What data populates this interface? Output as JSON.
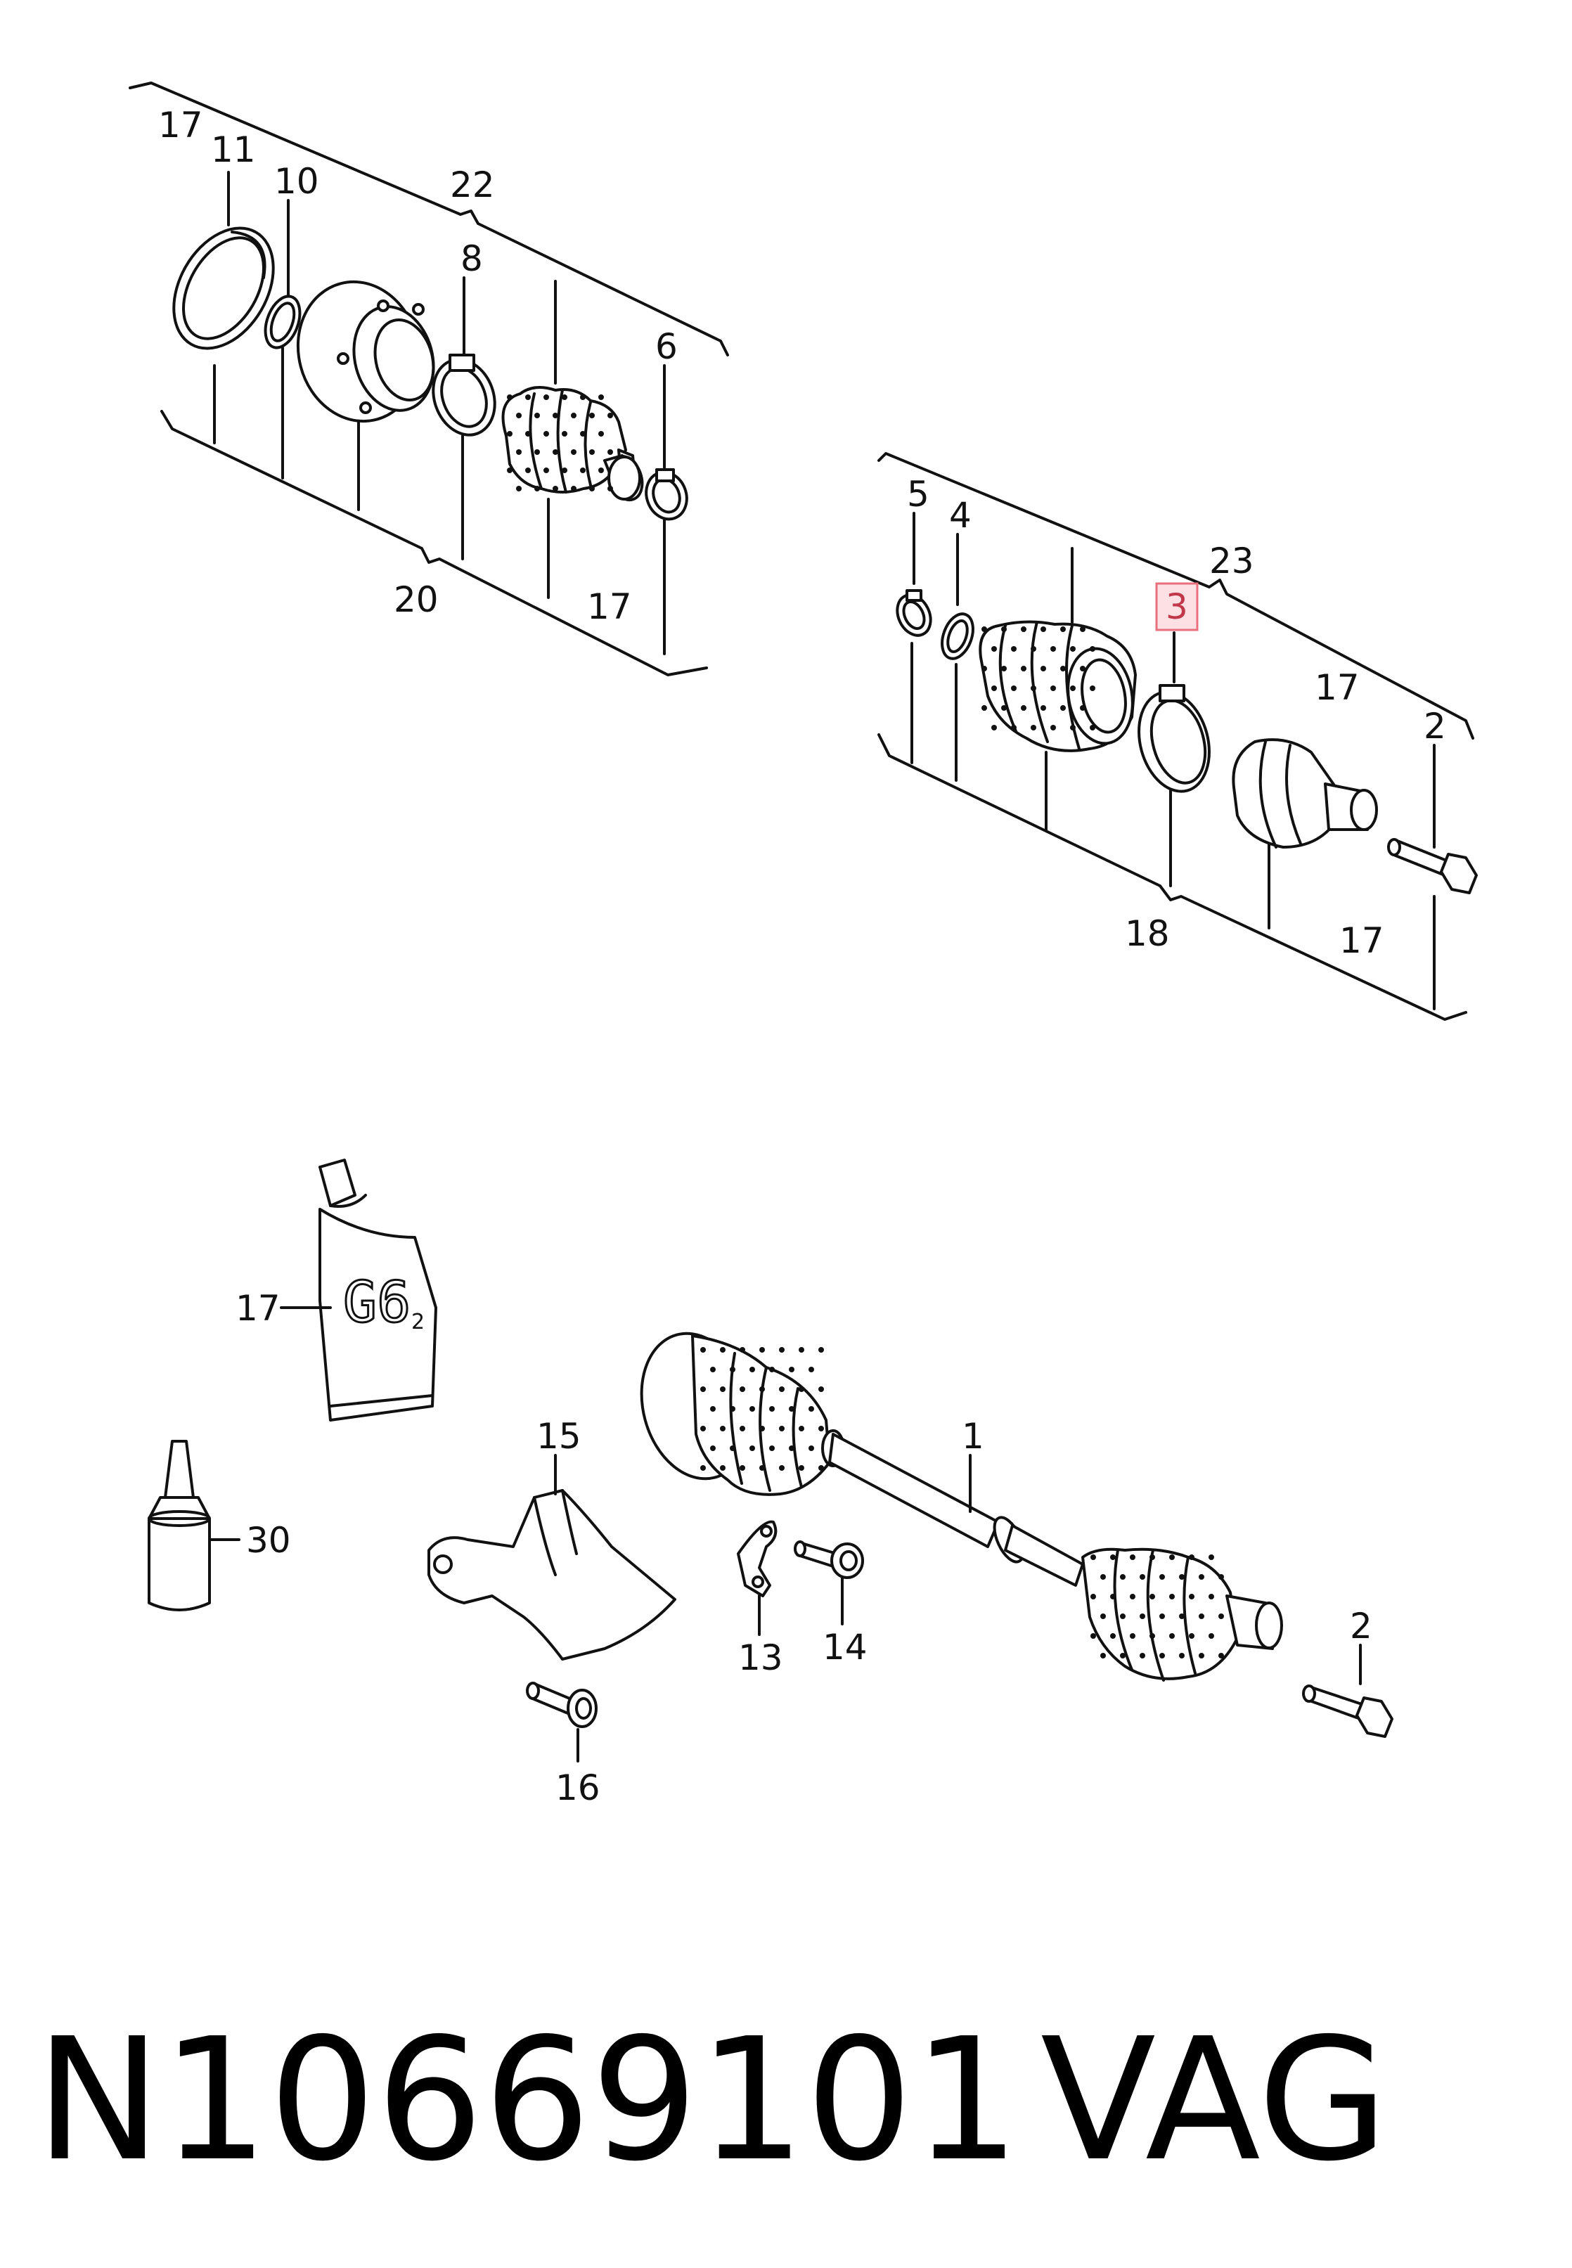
{
  "labels": {
    "top_left": {
      "l17a": "17",
      "l11": "11",
      "l10": "10",
      "l22": "22",
      "l8": "8",
      "l6": "6",
      "l20": "20",
      "l17b": "17"
    },
    "top_right": {
      "l5": "5",
      "l4": "4",
      "l23": "23",
      "l3": "3",
      "l17a": "17",
      "l2": "2",
      "l18": "18",
      "l17b": "17"
    },
    "bottom": {
      "l17": "17",
      "l30": "30",
      "l15": "15",
      "l1": "1",
      "l13": "13",
      "l14": "14",
      "l16": "16",
      "l2": "2"
    }
  },
  "tube_text": "G6",
  "tube_subscript": "2",
  "part_number": "N10669101",
  "brand": "VAG",
  "colors": {
    "highlight_fill": "#fde0e3",
    "highlight_stroke": "#e8707c",
    "ink": "#111111"
  }
}
